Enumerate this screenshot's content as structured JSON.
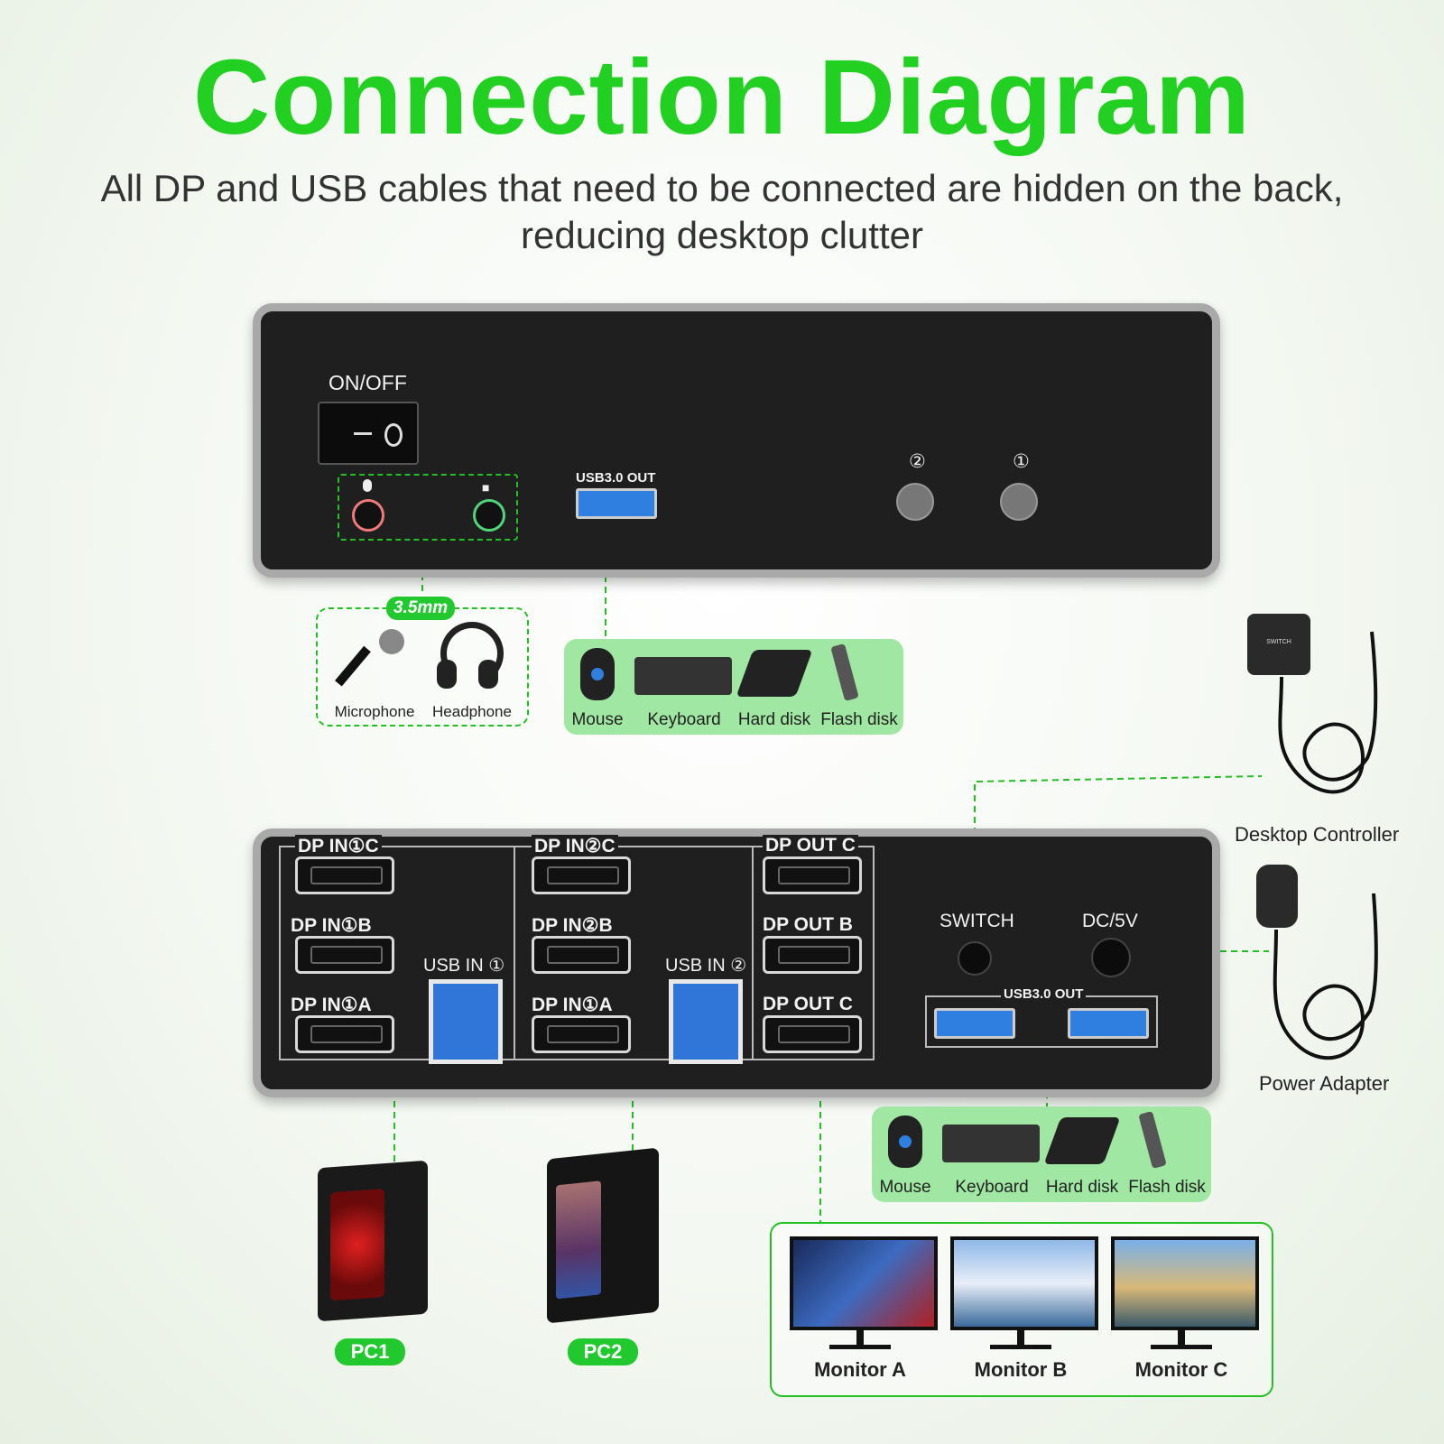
{
  "header": {
    "title": "Connection Diagram",
    "subtitle_line1": "All DP and USB cables that need to be connected are hidden on the back,",
    "subtitle_line2": "reducing desktop clutter"
  },
  "front_panel": {
    "power_label": "ON/OFF",
    "usb_out_label": "USB3.0 OUT",
    "button_2": "②",
    "button_1": "①",
    "audio_tag": "3.5mm",
    "audio_devices": [
      "Microphone",
      "Headphone"
    ]
  },
  "front_usb_devices": [
    "Mouse",
    "Keyboard",
    "Hard disk",
    "Flash disk"
  ],
  "rear_panel": {
    "group1": {
      "top": "DP IN①C",
      "mid": "DP IN①B",
      "bottom": "DP IN①A",
      "usb": "USB IN ①"
    },
    "group2": {
      "top": "DP IN②C",
      "mid": "DP IN②B",
      "bottom": "DP IN①A",
      "usb": "USB IN ②"
    },
    "group3": {
      "top": "DP OUT C",
      "mid": "DP OUT B",
      "bottom": "DP OUT C"
    },
    "switch_label": "SWITCH",
    "dc_label": "DC/5V",
    "usb_out_label": "USB3.0 OUT"
  },
  "rear_usb_devices": [
    "Mouse",
    "Keyboard",
    "Hard disk",
    "Flash disk"
  ],
  "accessories": {
    "controller": "Desktop Controller",
    "controller_print": "SWITCH",
    "adapter": "Power Adapter"
  },
  "pcs": [
    "PC1",
    "PC2"
  ],
  "monitors": [
    "Monitor A",
    "Monitor B",
    "Monitor C"
  ],
  "colors": {
    "accent": "#22d022",
    "panel": "#1f1f1f",
    "device_box": "#9fe7a2",
    "usb_blue": "#2f7fe0"
  }
}
